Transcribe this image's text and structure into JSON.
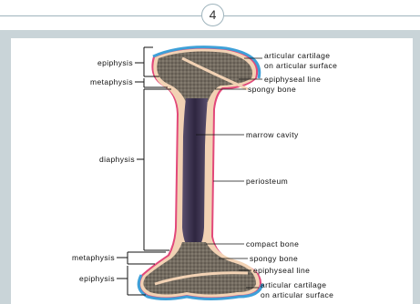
{
  "page_number": "4",
  "left_labels": {
    "epiphysis_top": "epiphysis",
    "metaphysis_top": "metaphysis",
    "diaphysis": "diaphysis",
    "metaphysis_bottom": "metaphysis",
    "epiphysis_bottom": "epiphysis"
  },
  "right_labels": {
    "articular_top_1": "articular cartilage",
    "articular_top_2": "on articular surface",
    "epiphyseal_top": "epiphyseal line",
    "spongy_top": "spongy bone",
    "marrow": "marrow cavity",
    "periosteum": "periosteum",
    "compact": "compact bone",
    "spongy_bottom": "spongy bone",
    "epiphyseal_bottom": "epiphyseal line",
    "articular_bottom_1": "articular cartilage",
    "articular_bottom_2": "on articular surface"
  },
  "colors": {
    "cartilage": "#3ea0d8",
    "periosteum": "#e2487a",
    "compact_bone": "#f2d2b4",
    "spongy_bone": "#6b645a",
    "marrow": "#3e3656"
  }
}
